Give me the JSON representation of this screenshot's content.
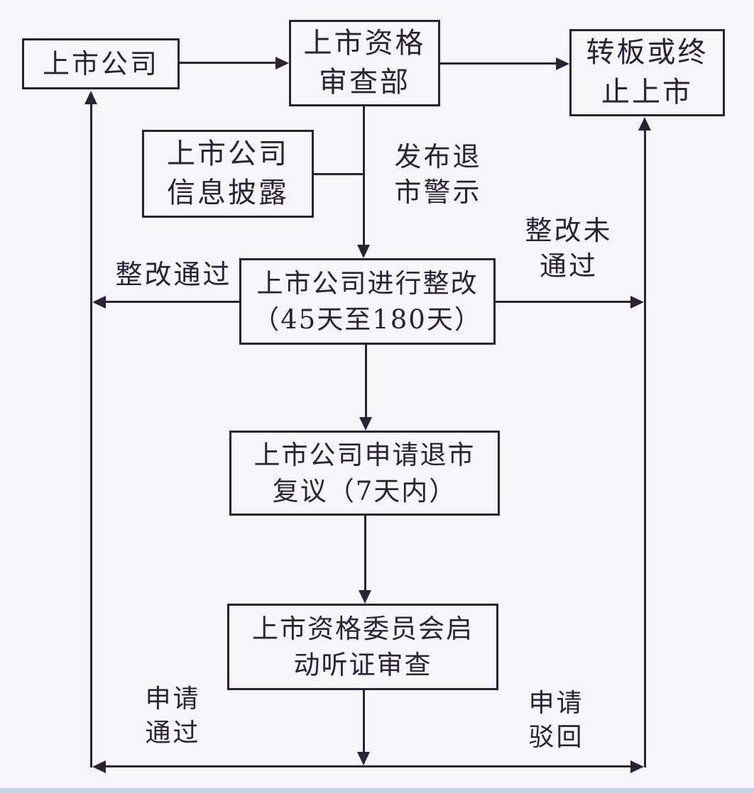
{
  "diagram": {
    "title_hint": "listed-company-delisting-rectification-flowchart",
    "nodes": {
      "listed_company": {
        "label": "上市公司"
      },
      "review_dept": {
        "line1": "上市资格",
        "line2": "审查部"
      },
      "transfer_or_delist": {
        "line1": "转板或终",
        "line2": "止上市"
      },
      "info_disclosure": {
        "line1": "上市公司",
        "line2": "信息披露"
      },
      "rectification": {
        "line1": "上市公司进行整改",
        "line2": "（45天至180天）"
      },
      "delisting_review_application": {
        "line1": "上市公司申请退市",
        "line2": "复议（7天内）"
      },
      "hearing_review": {
        "line1": "上市资格委员会启",
        "line2": "动听证审查"
      }
    },
    "edge_labels": {
      "issue_delist_warning": {
        "line1": "发布退",
        "line2": "市警示"
      },
      "rectification_passed": {
        "label": "整改通过"
      },
      "rectification_failed": {
        "line1": "整改未",
        "line2": "通过"
      },
      "application_approved": {
        "line1": "申请",
        "line2": "通过"
      },
      "application_rejected": {
        "line1": "申请",
        "line2": "驳回"
      }
    },
    "colors": {
      "ink": "#2b2335",
      "background": "#f6f5f9",
      "footer_strip": "#bcd6eb"
    }
  }
}
